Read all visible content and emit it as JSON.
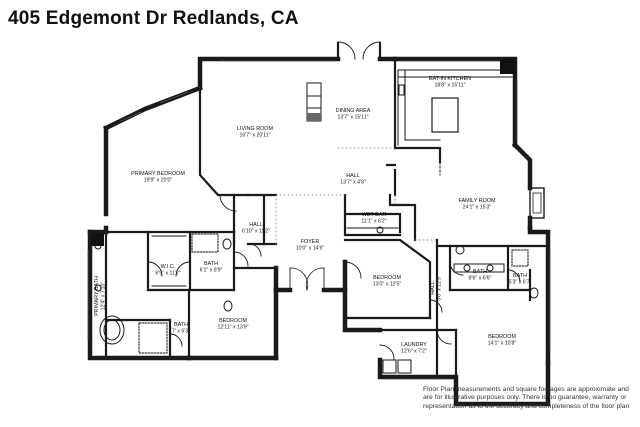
{
  "header": {
    "title": "405 Edgemont Dr Redlands, CA"
  },
  "rooms": [
    {
      "name": "EAT-IN KITCHEN",
      "dims": "18'8\" x 15'11\""
    },
    {
      "name": "DINING AREA",
      "dims": "13'7\" x 15'11\""
    },
    {
      "name": "LIVING ROOM",
      "dims": "16'7\" x 20'11\""
    },
    {
      "name": "PRIMARY BEDROOM",
      "dims": "19'9\" x 20'0\""
    },
    {
      "name": "HALL",
      "dims": "13'7\" x 4'8\""
    },
    {
      "name": "FAMILY ROOM",
      "dims": "24'1\" x 15'3\""
    },
    {
      "name": "WET BAR",
      "dims": "11'1\" x 6'2\""
    },
    {
      "name": "HALL",
      "dims": "6'10\" x 11'2\""
    },
    {
      "name": "FOYER",
      "dims": "10'0\" x 14'6\""
    },
    {
      "name": "W.I.C.",
      "dims": "6'9\" x 11'2\""
    },
    {
      "name": "BATH",
      "dims": "6'1\" x 8'9\""
    },
    {
      "name": "PRIMARY BATH",
      "dims": "12'4\" x 7'10\""
    },
    {
      "name": "BEDROOM",
      "dims": "12'11\" x 13'9\""
    },
    {
      "name": "BATH",
      "dims": "7' x 6'3\""
    },
    {
      "name": "BEDROOM",
      "dims": "13'0\" x 12'5\""
    },
    {
      "name": "HALL",
      "dims": "3'0\" x 12'5\""
    },
    {
      "name": "BATH",
      "dims": "8'6\" x 6'6\""
    },
    {
      "name": "BATH",
      "dims": "5'3\" x 6'7\""
    },
    {
      "name": "LAUNDRY",
      "dims": "12'6\" x 7'2\""
    },
    {
      "name": "BEDROOM",
      "dims": "14'1\" x 10'8\""
    }
  ],
  "footer": {
    "disclaimer": "Floor Plan measurements and square footages are approximate and are for illustrative purposes only. There is no guarantee, warranty or representation as to the accuracy and completeness of the floor plan"
  }
}
